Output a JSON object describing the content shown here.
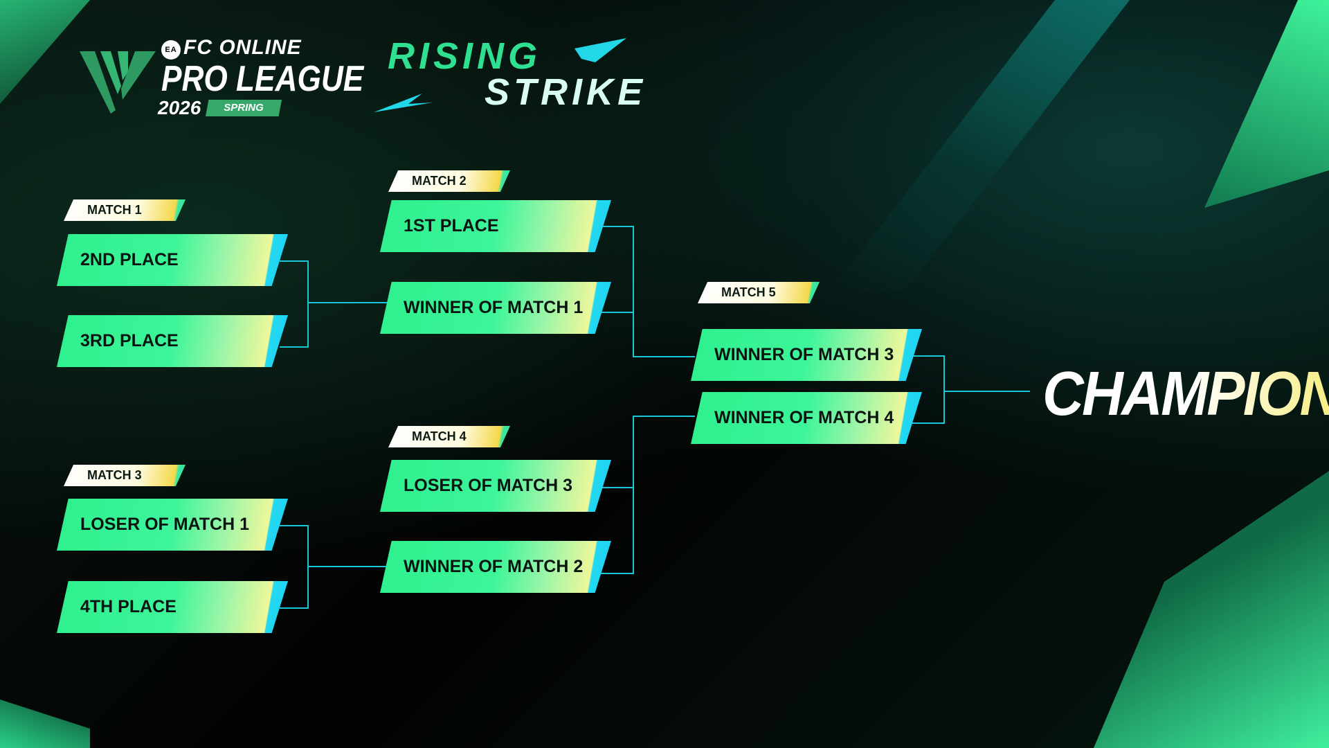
{
  "branding": {
    "ea": "EA",
    "fc_online": "FC ONLINE",
    "pro_league": "PRO LEAGUE",
    "year": "2026",
    "season": "SPRING",
    "event_title_1": "RISING",
    "event_title_2": "STRIKE"
  },
  "bracket": {
    "match1": {
      "label": "MATCH 1",
      "slots": [
        "2ND PLACE",
        "3RD PLACE"
      ]
    },
    "match2": {
      "label": "MATCH 2",
      "slots": [
        "1ST PLACE",
        "WINNER OF MATCH 1"
      ]
    },
    "match3": {
      "label": "MATCH 3",
      "slots": [
        "LOSER OF MATCH 1",
        "4TH PLACE"
      ]
    },
    "match4": {
      "label": "MATCH 4",
      "slots": [
        "LOSER OF MATCH 3",
        "WINNER OF MATCH 2"
      ]
    },
    "match5": {
      "label": "MATCH 5",
      "slots": [
        "WINNER OF MATCH 3",
        "WINNER OF MATCH 4"
      ]
    },
    "champion": "CHAMPION"
  },
  "colors": {
    "accent": "#2ef08e",
    "line": "#18c8d8",
    "gold": "#f4d84a"
  }
}
